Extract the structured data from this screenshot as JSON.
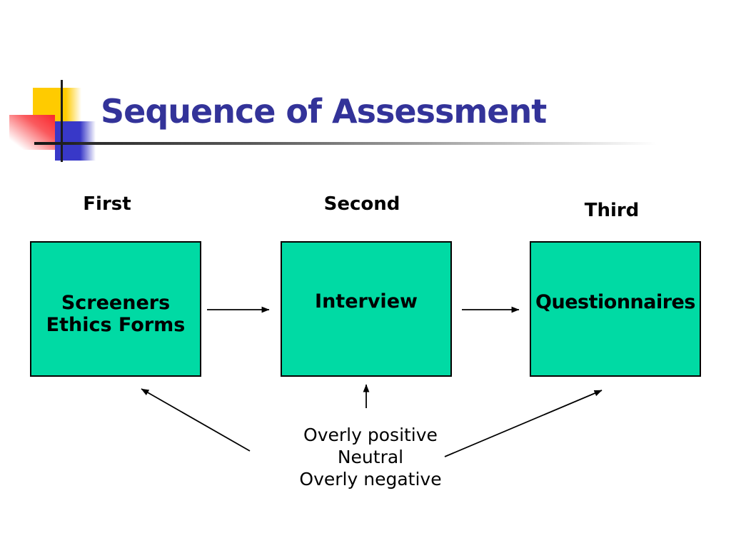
{
  "slide": {
    "title": "Sequence of Assessment"
  },
  "steps": [
    {
      "order": "First",
      "lines": [
        "Screeners",
        "Ethics Forms"
      ]
    },
    {
      "order": "Second",
      "lines": [
        "Interview"
      ]
    },
    {
      "order": "Third",
      "lines": [
        "Questionnaires"
      ]
    }
  ],
  "note": {
    "lines": [
      "Overly positive",
      "Neutral",
      "Overly negative"
    ]
  },
  "colors": {
    "title": "#333399",
    "box_fill": "#00DAA4",
    "box_border": "#000000",
    "accent_yellow": "#FFCB00",
    "accent_blue": "#3838C8",
    "accent_red": "#F9262C"
  }
}
